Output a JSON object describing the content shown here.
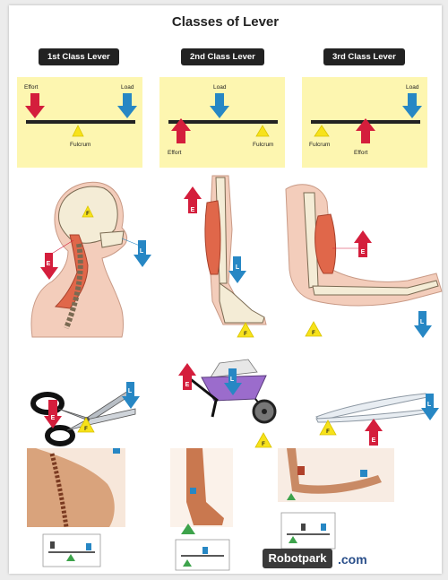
{
  "title": "Classes of Lever",
  "columns": [
    {
      "header": "1st Class Lever",
      "effort": "Effort",
      "load": "Load",
      "fulcrum": "Fulcrum"
    },
    {
      "header": "2nd Class Lever",
      "effort": "Effort",
      "load": "Load",
      "fulcrum": "Fulcrum"
    },
    {
      "header": "3rd Class Lever",
      "effort": "Effort",
      "load": "Load",
      "fulcrum": "Fulcrum"
    }
  ],
  "markers": {
    "fulcrum": "F",
    "effort": "E",
    "load": "L"
  },
  "brand": {
    "logo": "Robotpark",
    "suffix": ".com"
  },
  "colors": {
    "effort": "#d41e3c",
    "load": "#2787c4",
    "fulcrum": "#f7e21a",
    "panel": "#fdf6b0",
    "muscle": "#e0674a",
    "bone": "#f4ecd6",
    "skin": "#f3cdbb"
  }
}
